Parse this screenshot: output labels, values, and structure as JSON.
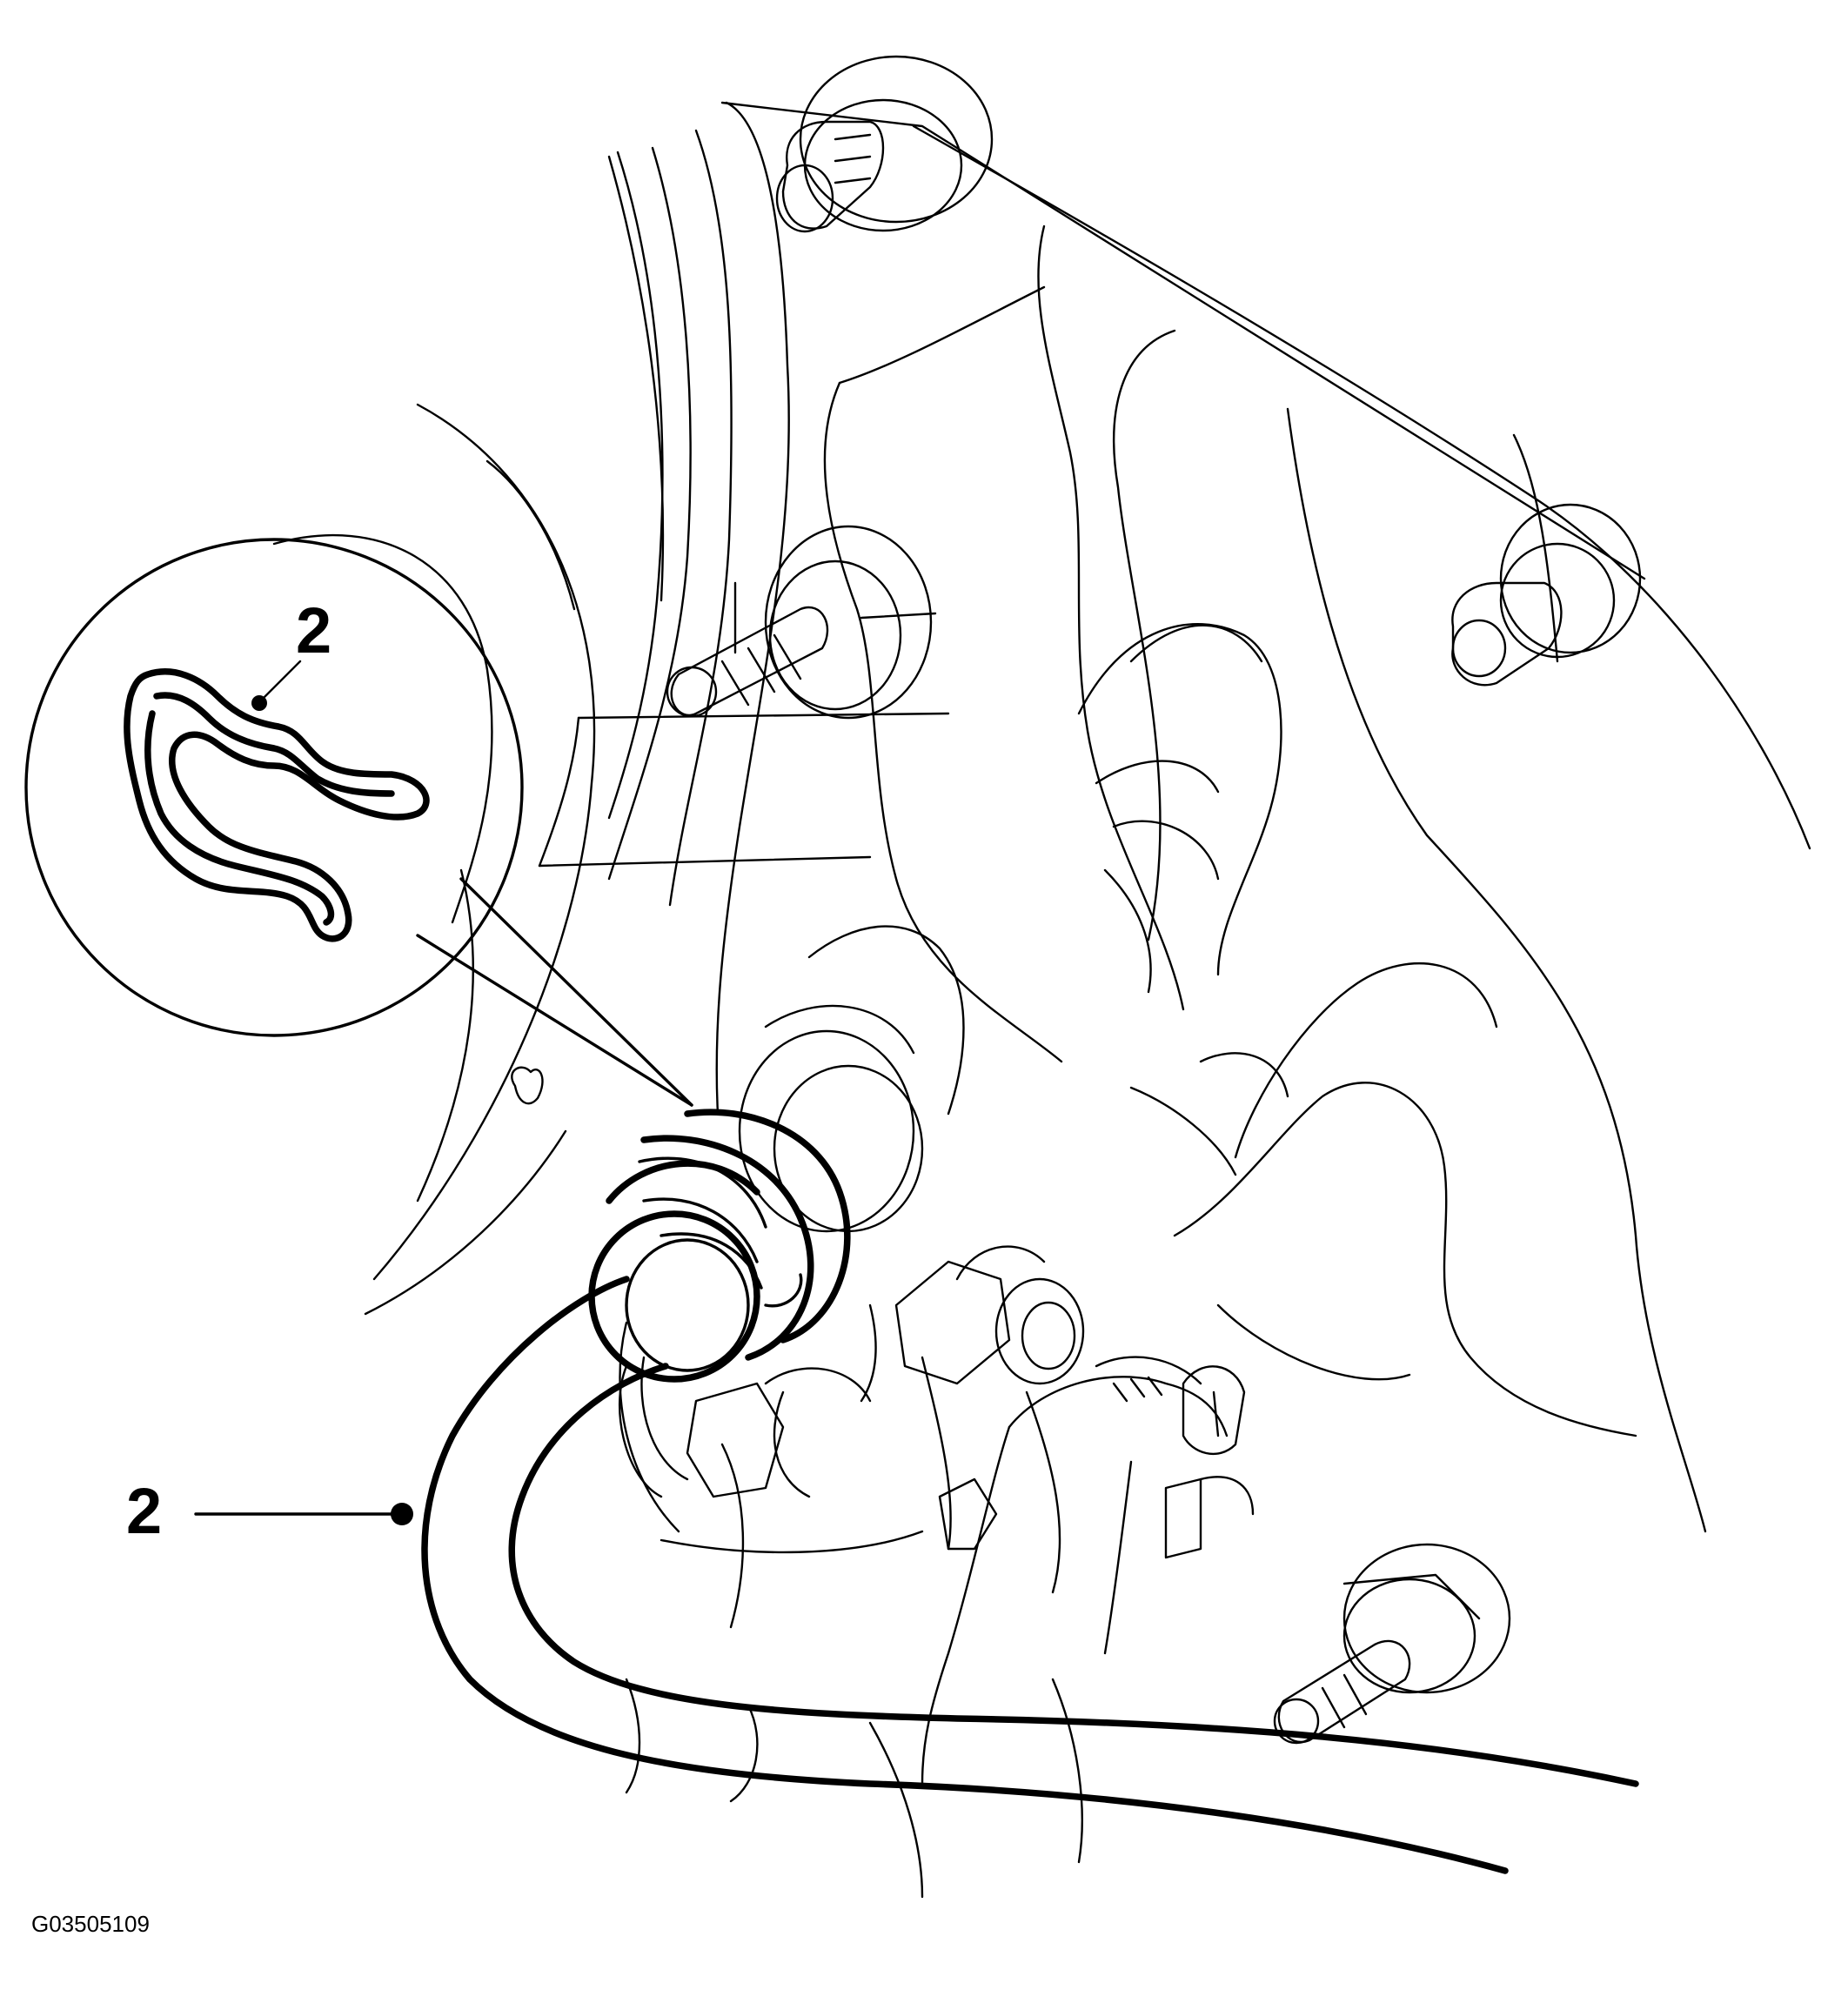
{
  "diagram": {
    "figure_id": "G03505109",
    "callouts": [
      {
        "id": "detail",
        "label": "2"
      },
      {
        "id": "main",
        "label": "2"
      }
    ],
    "colors": {
      "line": "#000000",
      "background": "#ffffff"
    }
  }
}
